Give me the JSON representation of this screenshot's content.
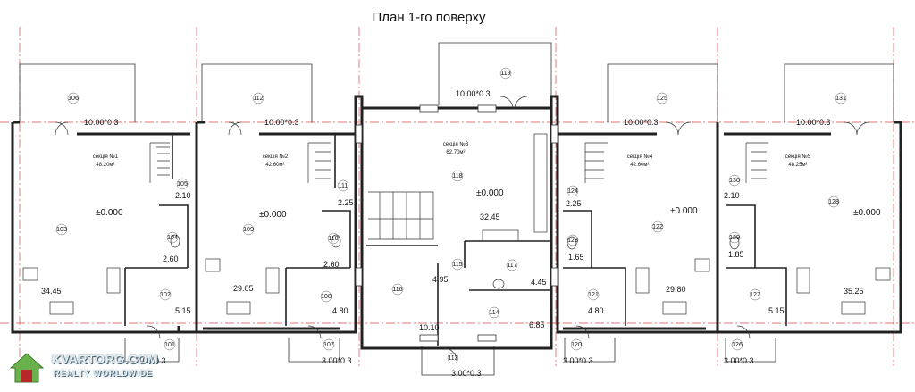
{
  "title": "План 1-го поверху",
  "sections": [
    {
      "name": "секція №1",
      "area": "48.20м²"
    },
    {
      "name": "секція №2",
      "area": "42.60м²"
    },
    {
      "name": "секція №3",
      "area": "62.70м²"
    },
    {
      "name": "секція №4",
      "area": "42.60м²"
    },
    {
      "name": "секція №5",
      "area": "48.25м²"
    }
  ],
  "level_marks": [
    "±0.000",
    "±0.000",
    "±0.000",
    "±0.000",
    "±0.000"
  ],
  "terrace_dims": [
    "10.00*0.3",
    "10.00*0.3",
    "10.00*0.3",
    "10.00*0.3",
    "10.00*0.3"
  ],
  "porch_dims": [
    "3.00*0.3",
    "3.00*0.3",
    "3.00*0.3",
    "3.00*0.3",
    "3.00*0.3"
  ],
  "room_numbers": [
    "106",
    "112",
    "119",
    "125",
    "131",
    "105",
    "111",
    "118",
    "124",
    "130",
    "103",
    "109",
    "122",
    "128",
    "104",
    "110",
    "123",
    "129",
    "102",
    "108",
    "116",
    "115",
    "117",
    "114",
    "121",
    "127",
    "101",
    "107",
    "113",
    "120",
    "126"
  ],
  "areas": [
    "2.10",
    "2.25",
    "32.45",
    "2.25",
    "2.10",
    "2.60",
    "2.60",
    "1.65",
    "1.85",
    "34.45",
    "29.05",
    "4.95",
    "4.45",
    "29.80",
    "35.25",
    "5.15",
    "4.80",
    "10.10",
    "6.85",
    "4.80",
    "5.15"
  ],
  "watermark": {
    "line1": "KVARTORG.COM",
    "line2": "REALTY WORLDWIDE",
    "icon": "house-logo-icon"
  }
}
